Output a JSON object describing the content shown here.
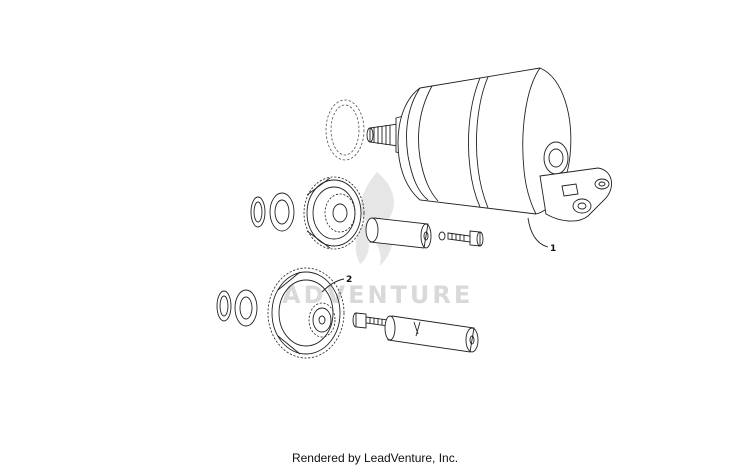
{
  "diagram": {
    "callouts": [
      {
        "id": "1",
        "label": "1"
      },
      {
        "id": "2",
        "label": "2"
      }
    ],
    "watermark": {
      "text": "ADVENTURE"
    },
    "footer": {
      "text": "Rendered by LeadVenture, Inc."
    }
  },
  "colors": {
    "line": "#222222",
    "watermark": "#d9d9d9",
    "background": "#ffffff"
  }
}
